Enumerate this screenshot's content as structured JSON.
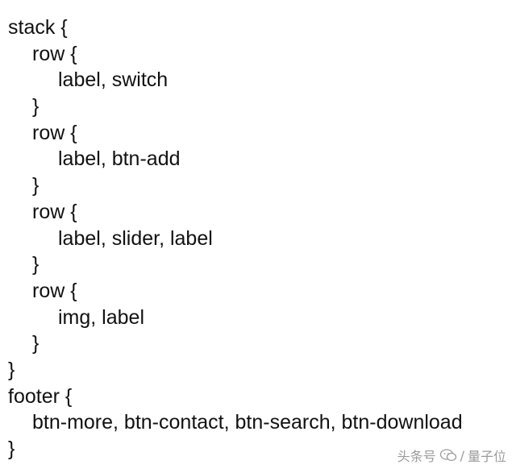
{
  "code_lines": [
    {
      "text": "stack {",
      "indent": 0
    },
    {
      "text": "row {",
      "indent": 1
    },
    {
      "text": "label, switch",
      "indent": 2
    },
    {
      "text": "}",
      "indent": 1
    },
    {
      "text": "row {",
      "indent": 1
    },
    {
      "text": "label, btn-add",
      "indent": 2
    },
    {
      "text": "}",
      "indent": 1
    },
    {
      "text": "row {",
      "indent": 1
    },
    {
      "text": "label, slider, label",
      "indent": 2
    },
    {
      "text": "}",
      "indent": 1
    },
    {
      "text": "row {",
      "indent": 1
    },
    {
      "text": "img, label",
      "indent": 2
    },
    {
      "text": "}",
      "indent": 1
    },
    {
      "text": "}",
      "indent": 0
    },
    {
      "text": "footer {",
      "indent": 0
    },
    {
      "text": "btn-more, btn-contact, btn-search, btn-download",
      "indent": 1
    },
    {
      "text": "}",
      "indent": 0
    }
  ],
  "watermark": {
    "source": "头条号",
    "separator": "/",
    "author": "量子位",
    "icon": "wechat-style-logo-icon"
  },
  "colors": {
    "text": "#111111",
    "watermark": "#8a8a8a",
    "background": "#ffffff"
  }
}
